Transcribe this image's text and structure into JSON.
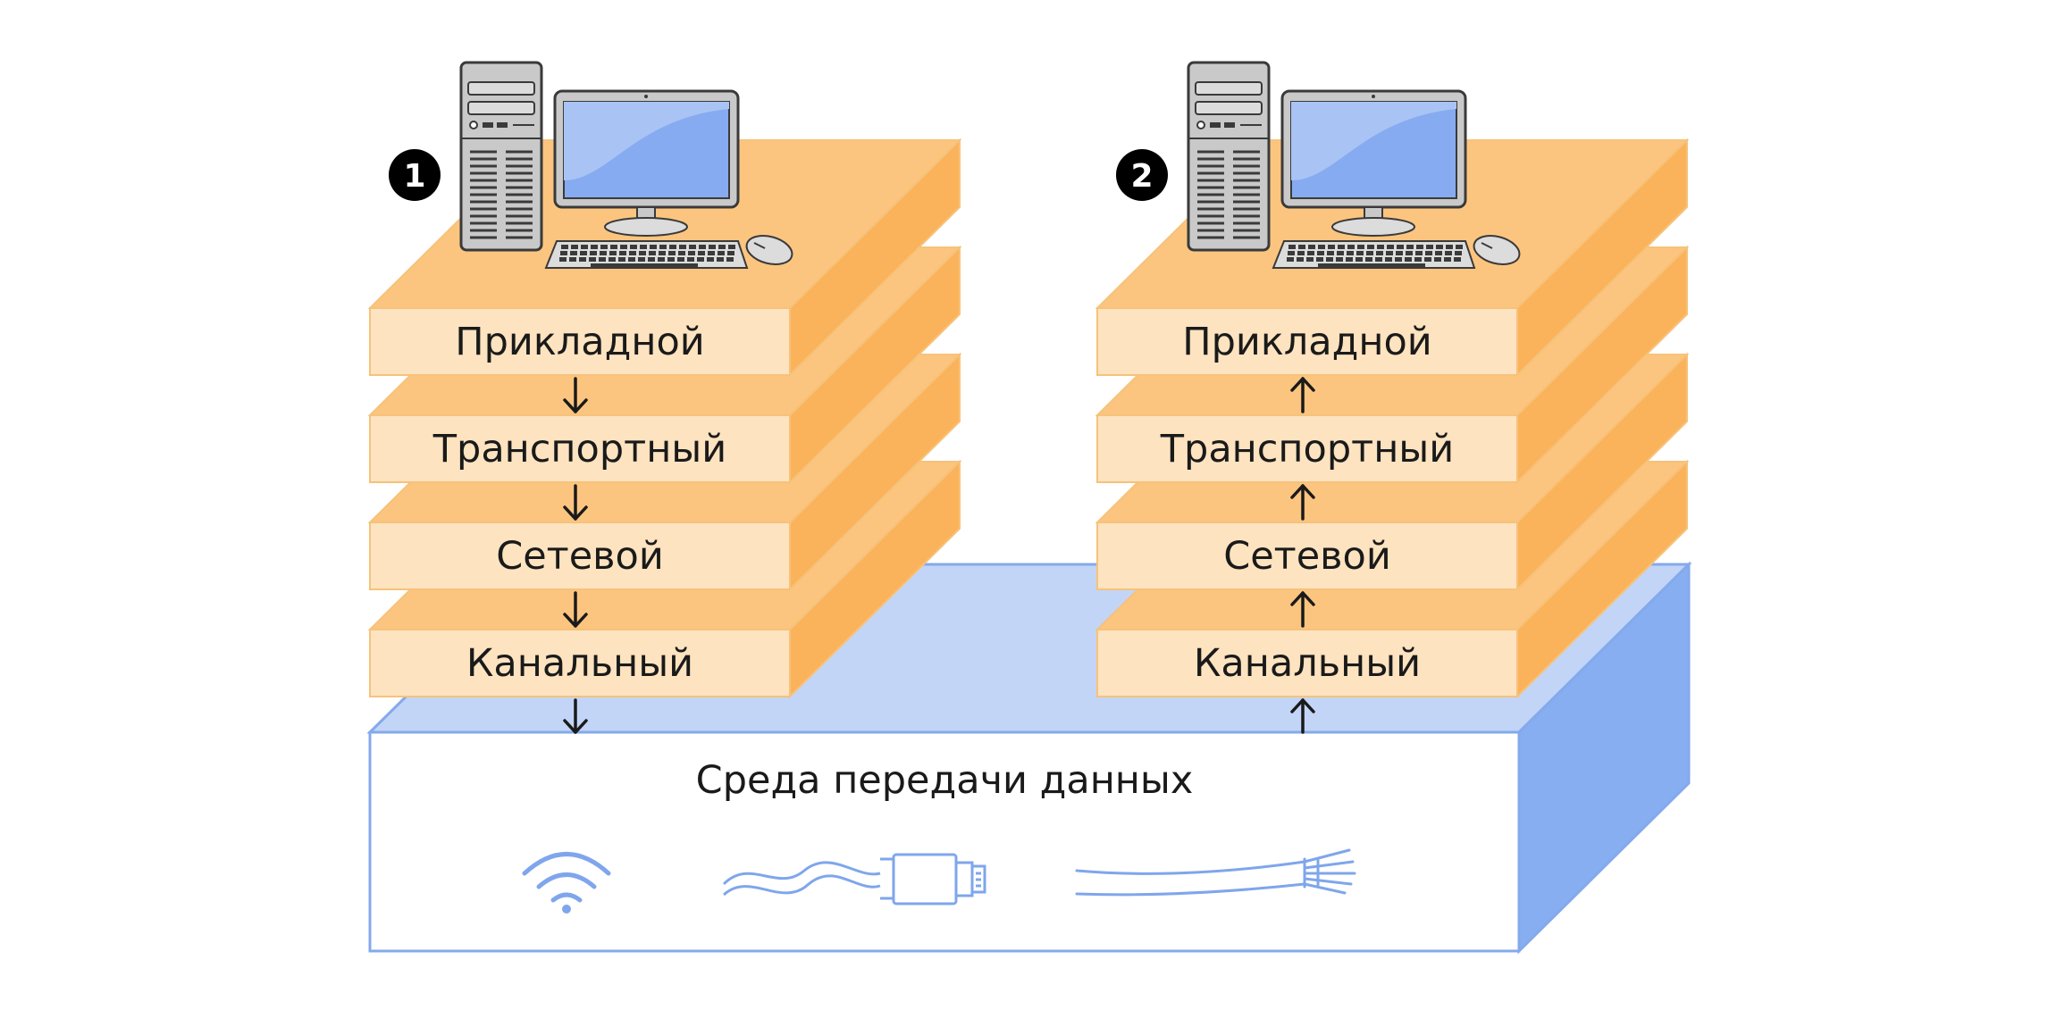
{
  "stacks": [
    {
      "badge": "1",
      "direction": "down",
      "layers": [
        "Прикладной",
        "Транспортный",
        "Сетевой",
        "Канальный"
      ]
    },
    {
      "badge": "2",
      "direction": "up",
      "layers": [
        "Прикладной",
        "Транспортный",
        "Сетевой",
        "Канальный"
      ]
    }
  ],
  "medium": {
    "label": "Среда передачи данных",
    "icons": [
      "wifi-icon",
      "twisted-pair-cable-icon",
      "fiber-optic-cable-icon"
    ]
  },
  "colors": {
    "layer_front": "#fde3c0",
    "layer_top": "#fcc57f",
    "layer_side": "#fbb35b",
    "layer_edge": "#f6c27a",
    "medium_top": "#c2d5f7",
    "medium_side": "#87aef0",
    "medium_edge": "#84a9ec",
    "icon_stroke": "#7fa6ec",
    "screen": "#86abf0",
    "arrow": "#1a1a1a",
    "badge": "#000000"
  }
}
